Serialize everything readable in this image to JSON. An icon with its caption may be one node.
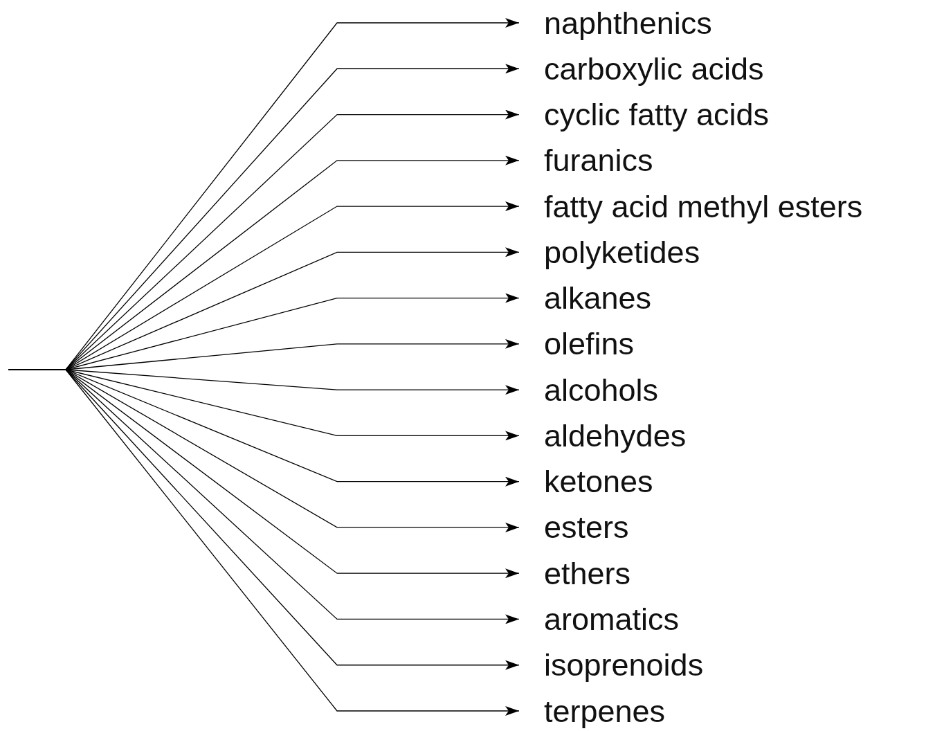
{
  "diagram": {
    "nodes": [
      {
        "text": [
          "naphthenics"
        ]
      },
      {
        "text": [
          "carboxylic acids"
        ]
      },
      {
        "text": [
          "cyclic fatty acids"
        ]
      },
      {
        "text": [
          "furanics"
        ]
      },
      {
        "text": [
          "fatty acid methyl esters"
        ]
      },
      {
        "text": [
          "polyketides"
        ]
      },
      {
        "text": [
          "alkanes"
        ]
      },
      {
        "text": [
          "olefins"
        ]
      },
      {
        "text": [
          "alcohols"
        ]
      },
      {
        "text": [
          "aldehydes"
        ]
      },
      {
        "text": [
          "ketones"
        ]
      },
      {
        "text": [
          "esters"
        ]
      },
      {
        "text": [
          "ethers"
        ]
      },
      {
        "text": [
          "aromatics"
        ]
      },
      {
        "text": [
          "isoprenoids"
        ]
      },
      {
        "text": [
          "terpenes"
        ]
      }
    ],
    "edges": [
      {
        "from": null,
        "to": 0,
        "arrow": "to"
      },
      {
        "from": null,
        "to": 1,
        "arrow": "to"
      },
      {
        "from": null,
        "to": 2,
        "arrow": "to"
      },
      {
        "from": null,
        "to": 3,
        "arrow": "to"
      },
      {
        "from": null,
        "to": 4,
        "arrow": "to"
      },
      {
        "from": null,
        "to": 5,
        "arrow": "to"
      },
      {
        "from": null,
        "to": 6,
        "arrow": "to"
      },
      {
        "from": null,
        "to": 7,
        "arrow": "to"
      },
      {
        "from": null,
        "to": 8,
        "arrow": "to"
      },
      {
        "from": null,
        "to": 9,
        "arrow": "to"
      },
      {
        "from": null,
        "to": 10,
        "arrow": "to"
      },
      {
        "from": null,
        "to": 11,
        "arrow": "to"
      },
      {
        "from": null,
        "to": 12,
        "arrow": "to"
      },
      {
        "from": null,
        "to": 13,
        "arrow": "to"
      },
      {
        "from": null,
        "to": 14,
        "arrow": "to"
      },
      {
        "from": null,
        "to": 15,
        "arrow": "to"
      }
    ]
  }
}
